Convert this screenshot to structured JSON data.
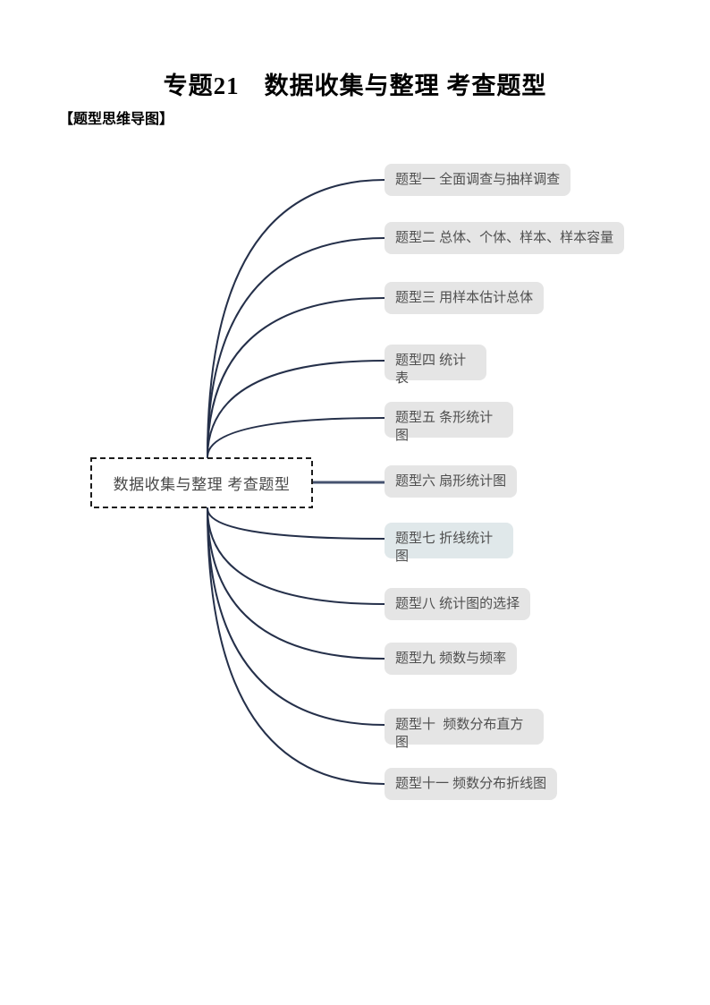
{
  "page": {
    "title": "专题21　数据收集与整理 考查题型",
    "section_label": "【题型思维导图】"
  },
  "mindmap": {
    "root": {
      "label": "数据收集与整理 考查题型"
    },
    "nodes": [
      {
        "label": "题型一 全面调查与抽样调查"
      },
      {
        "label": "题型二 总体、个体、样本、样本容量"
      },
      {
        "label": "题型三 用样本估计总体"
      },
      {
        "label": "题型四 统计表"
      },
      {
        "label": "题型五 条形统计图"
      },
      {
        "label": "题型六 扇形统计图"
      },
      {
        "label": "题型七 折线统计图"
      },
      {
        "label": "题型八 统计图的选择"
      },
      {
        "label": "题型九 频数与频率"
      },
      {
        "label": "题型十  频数分布直方图"
      },
      {
        "label": "题型十一 频数分布折线图"
      }
    ],
    "colors": {
      "branch_line": "#25304a",
      "root_connector_line": "#46536f",
      "root_border": "#1c1c1c",
      "node_fill": "#e5e5e5",
      "node_fill_alt": "#e0e8ea",
      "node_text": "#4f4f4f"
    }
  }
}
